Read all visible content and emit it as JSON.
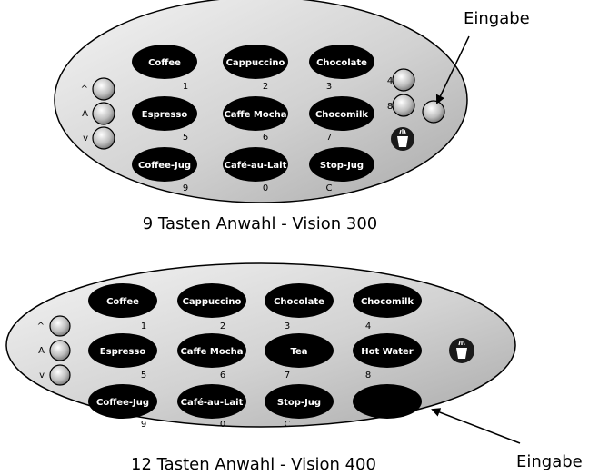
{
  "panel_300": {
    "caption": "9 Tasten Anwahl - Vision 300",
    "callout": "Eingabe",
    "side_labels": [
      "^",
      "A",
      "v"
    ],
    "right_labels": [
      "4",
      "8"
    ],
    "buttons": [
      {
        "label": "Coffee",
        "num": "1"
      },
      {
        "label": "Cappuccino",
        "num": "2"
      },
      {
        "label": "Chocolate",
        "num": "3"
      },
      {
        "label": "Espresso",
        "num": "5"
      },
      {
        "label": "Caffe Mocha",
        "num": "6"
      },
      {
        "label": "Chocomilk",
        "num": "7"
      },
      {
        "label": "Coffee-Jug",
        "num": "9"
      },
      {
        "label": "Café-au-Lait",
        "num": "0"
      },
      {
        "label": "Stop-Jug",
        "num": "C"
      }
    ]
  },
  "panel_400": {
    "caption": "12 Tasten Anwahl - Vision 400",
    "callout": "Eingabe",
    "side_labels": [
      "^",
      "A",
      "v"
    ],
    "buttons": [
      {
        "label": "Coffee",
        "num": "1"
      },
      {
        "label": "Cappuccino",
        "num": "2"
      },
      {
        "label": "Chocolate",
        "num": "3"
      },
      {
        "label": "Chocomilk",
        "num": "4"
      },
      {
        "label": "Espresso",
        "num": "5"
      },
      {
        "label": "Caffe Mocha",
        "num": "6"
      },
      {
        "label": "Tea",
        "num": "7"
      },
      {
        "label": "Hot Water",
        "num": "8"
      },
      {
        "label": "Coffee-Jug",
        "num": "9"
      },
      {
        "label": "Café-au-Lait",
        "num": "0"
      },
      {
        "label": "Stop-Jug",
        "num": "C"
      },
      {
        "label": "",
        "num": ""
      }
    ]
  }
}
